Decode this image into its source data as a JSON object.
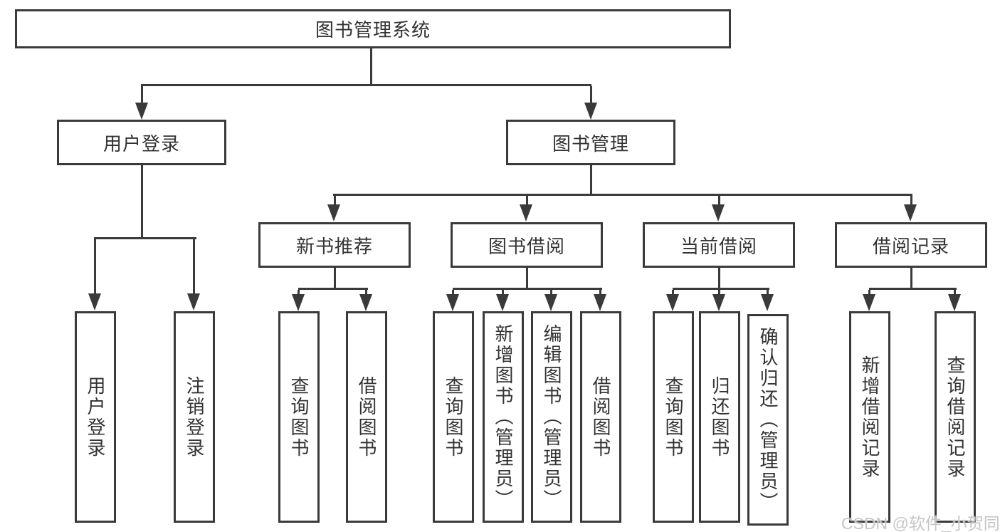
{
  "tree": {
    "label": "图书管理系统",
    "children": [
      {
        "label": "用户登录",
        "children": [
          {
            "label": "用户登录"
          },
          {
            "label": "注销登录"
          }
        ]
      },
      {
        "label": "图书管理",
        "children": [
          {
            "label": "新书推荐",
            "children": [
              {
                "label": "查询图书"
              },
              {
                "label": "借阅图书"
              }
            ]
          },
          {
            "label": "图书借阅",
            "children": [
              {
                "label": "查询图书"
              },
              {
                "label": "新增图书（管理员）"
              },
              {
                "label": "编辑图书（管理员）"
              },
              {
                "label": "借阅图书"
              }
            ]
          },
          {
            "label": "当前借阅",
            "children": [
              {
                "label": "查询图书"
              },
              {
                "label": "归还图书"
              },
              {
                "label": "确认归还（管理员）"
              }
            ]
          },
          {
            "label": "借阅记录",
            "children": [
              {
                "label": "新增借阅记录"
              },
              {
                "label": "查询借阅记录"
              }
            ]
          }
        ]
      }
    ]
  },
  "watermark": {
    "text": "CSDN @软件_小贺同学"
  },
  "colors": {
    "line": "#3a3a3a",
    "text": "#333333",
    "watermark": "#c6c6c6",
    "background": "#ffffff"
  }
}
